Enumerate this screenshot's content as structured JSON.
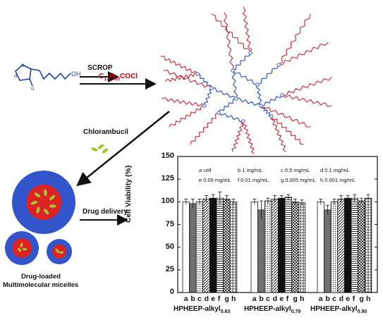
{
  "scheme": {
    "step1_label": "SCROP",
    "step2_formula_main": "C",
    "step2_formula_sub1": "17",
    "step2_formula_mid": "H",
    "step2_formula_sub2": "35",
    "step2_formula_end": "COCl",
    "drug_label": "Chlorambucil",
    "delivery_label": "Drug delivery",
    "micelle_label_line1": "Drug-loaded",
    "micelle_label_line2": "Multimolecular micelles",
    "colors": {
      "monomer": "#2244aa",
      "core_chain": "#3355bb",
      "alkyl_chain": "#cc2233",
      "micelle_shell": "#3355cc",
      "micelle_core": "#dd2222",
      "drug": "#99cc33",
      "acyl_chloride": "#cc0000"
    }
  },
  "chart_data": {
    "type": "bar",
    "ylabel": "Cell Viability (%)",
    "ylim": [
      0,
      150
    ],
    "yticks": [
      0,
      25,
      50,
      75,
      100,
      125,
      150
    ],
    "categories": [
      "a",
      "b",
      "c",
      "d",
      "e",
      "f",
      "g",
      "h"
    ],
    "legend": [
      {
        "key": "a",
        "text": "a cell"
      },
      {
        "key": "b",
        "text": "b 1 mg/mL"
      },
      {
        "key": "c",
        "text": "c 0.5 mg/mL"
      },
      {
        "key": "d",
        "text": "d 0.1 mg/mL"
      },
      {
        "key": "e",
        "text": "e 0.05 mg/mL"
      },
      {
        "key": "f",
        "text": "f  0.01 mg/mL"
      },
      {
        "key": "g",
        "text": "g 0.005 mg/mL"
      },
      {
        "key": "h",
        "text": "h 0.001 mg/mL"
      }
    ],
    "groups": [
      {
        "name_main": "HPHEEP-alkyl",
        "name_sub": "0.63",
        "values": [
          100,
          98,
          100,
          103,
          104,
          104,
          103,
          100
        ],
        "errors": [
          3,
          5,
          3,
          4,
          4,
          7,
          4,
          3
        ]
      },
      {
        "name_main": "HPHEEP-alkyl",
        "name_sub": "0.79",
        "values": [
          100,
          91,
          101,
          103,
          104,
          105,
          100,
          99
        ],
        "errors": [
          3,
          10,
          3,
          4,
          3,
          3,
          3,
          3
        ]
      },
      {
        "name_main": "HPHEEP-alkyl",
        "name_sub": "0.90",
        "values": [
          100,
          91,
          100,
          103,
          104,
          104,
          101,
          104
        ],
        "errors": [
          3,
          5,
          3,
          4,
          3,
          4,
          3,
          4
        ]
      }
    ]
  }
}
